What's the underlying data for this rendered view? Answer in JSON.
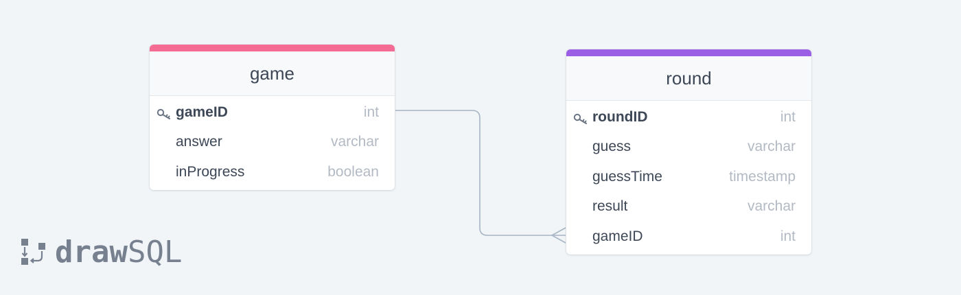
{
  "tables": [
    {
      "name": "game",
      "accent": "#f46b93",
      "fields": [
        {
          "name": "gameID",
          "type": "int",
          "primary_key": true
        },
        {
          "name": "answer",
          "type": "varchar",
          "primary_key": false
        },
        {
          "name": "inProgress",
          "type": "boolean",
          "primary_key": false
        }
      ]
    },
    {
      "name": "round",
      "accent": "#9a5fe4",
      "fields": [
        {
          "name": "roundID",
          "type": "int",
          "primary_key": true
        },
        {
          "name": "guess",
          "type": "varchar",
          "primary_key": false
        },
        {
          "name": "guessTime",
          "type": "timestamp",
          "primary_key": false
        },
        {
          "name": "result",
          "type": "varchar",
          "primary_key": false
        },
        {
          "name": "gameID",
          "type": "int",
          "primary_key": false
        }
      ]
    }
  ],
  "relationship": {
    "from": "game.gameID",
    "to": "round.gameID",
    "cardinality": "one-to-many"
  },
  "logo": {
    "bold": "draw",
    "light": "SQL"
  }
}
